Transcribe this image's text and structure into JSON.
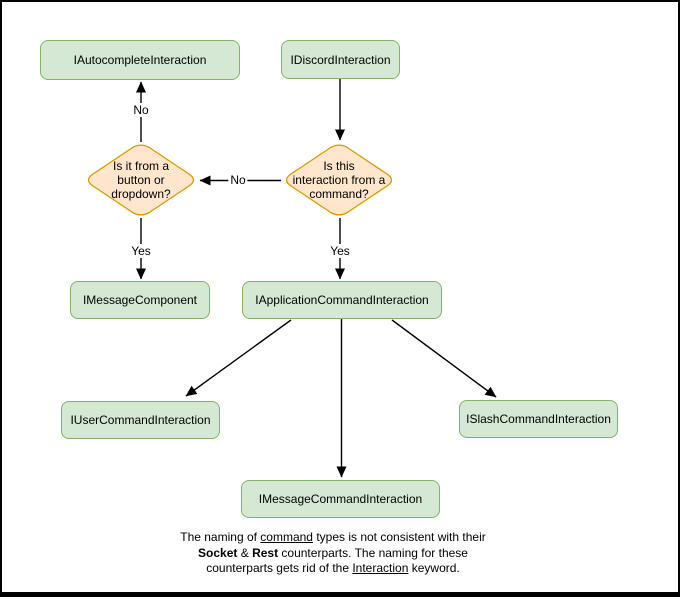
{
  "diagram": {
    "nodes": {
      "autocomplete": {
        "label": "IAutocompleteInteraction"
      },
      "discord": {
        "label": "IDiscordInteraction"
      },
      "message_component": {
        "label": "IMessageComponent"
      },
      "application_command": {
        "label": "IApplicationCommandInteraction"
      },
      "user_command": {
        "label": "IUserCommandInteraction"
      },
      "slash_command": {
        "label": "ISlashCommandInteraction"
      },
      "message_command": {
        "label": "IMessageCommandInteraction"
      }
    },
    "decisions": {
      "button_dropdown": {
        "lines": [
          "Is it from a",
          "button or",
          "dropdown?"
        ]
      },
      "from_command": {
        "lines": [
          "Is this",
          "interaction from a",
          "command?"
        ]
      }
    },
    "edge_labels": {
      "no_to_autocomplete": "No",
      "no_between_decisions": "No",
      "yes_to_message_component": "Yes",
      "yes_to_application_command": "Yes"
    },
    "colors": {
      "node_fill": "#d5e8d4",
      "node_stroke": "#82b366",
      "decision_fill": "#ffe6cc",
      "decision_stroke": "#d79b00",
      "edge_stroke": "#000000",
      "frame": "#000000"
    }
  },
  "note": {
    "lines": [
      [
        {
          "text": "The naming of "
        },
        {
          "text": "command",
          "style": "underline"
        },
        {
          "text": " types is not consistent with their"
        }
      ],
      [
        {
          "text": "Socket",
          "style": "bold"
        },
        {
          "text": " & "
        },
        {
          "text": "Rest",
          "style": "bold"
        },
        {
          "text": " counterparts. The naming for these"
        }
      ],
      [
        {
          "text": "counterparts gets rid of the "
        },
        {
          "text": "Interaction",
          "style": "underline"
        },
        {
          "text": " keyword."
        }
      ]
    ]
  }
}
